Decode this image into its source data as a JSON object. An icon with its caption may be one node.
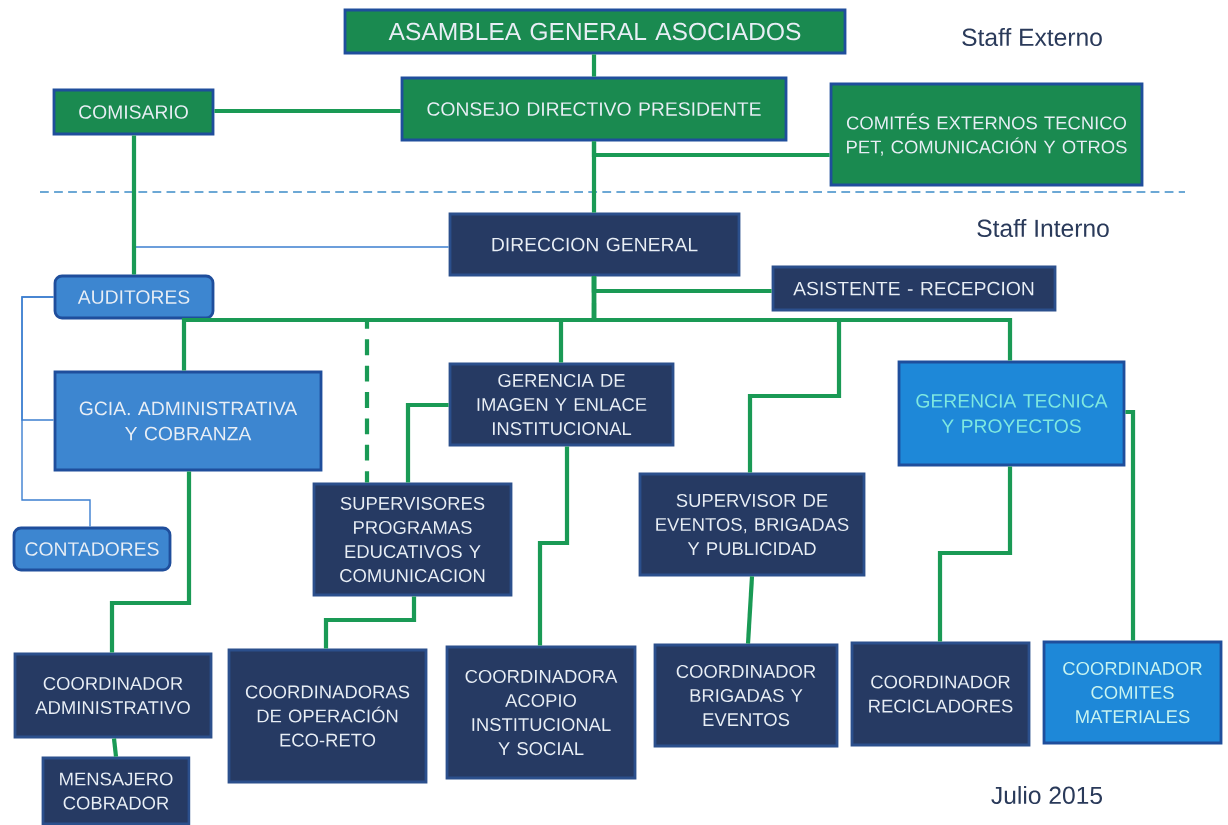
{
  "diagram": {
    "nodes": [
      {
        "text": [
          "ASAMBLEA GENERAL ASOCIADOS"
        ]
      },
      {
        "text": [
          "COMISARIO"
        ]
      },
      {
        "text": [
          "CONSEJO DIRECTIVO PRESIDENTE"
        ]
      },
      {
        "text": [
          "COMITÉS EXTERNOS TECNICO PET, COMUNICACIÓN Y OTROS"
        ]
      },
      {
        "text": [
          "DIRECCION GENERAL"
        ]
      },
      {
        "text": [
          "AUDITORES"
        ]
      },
      {
        "text": [
          "ASISTENTE - RECEPCION"
        ]
      },
      {
        "text": [
          "GCIA. ADMINISTRATIVA Y COBRANZA"
        ]
      },
      {
        "text": [
          "GERENCIA DE IMAGEN Y ENLACE INSTITUCIONAL"
        ]
      },
      {
        "text": [
          "GERENCIA TECNICA Y PROYECTOS"
        ]
      },
      {
        "text": [
          "SUPERVISORES PROGRAMAS EDUCATIVOS Y COMUNICACION"
        ]
      },
      {
        "text": [
          "SUPERVISOR DE EVENTOS, BRIGADAS Y PUBLICIDAD"
        ]
      },
      {
        "text": [
          "CONTADORES"
        ]
      },
      {
        "text": [
          "COORDINADOR ADMINISTRATIVO"
        ]
      },
      {
        "text": [
          "COORDINADORAS DE OPERACIÓN ECO-RETO"
        ]
      },
      {
        "text": [
          "COORDINADORA ACOPIO INSTITUCIONAL Y SOCIAL"
        ]
      },
      {
        "text": [
          "COORDINADOR BRIGADAS Y EVENTOS"
        ]
      },
      {
        "text": [
          "COORDINADOR RECICLADORES"
        ]
      },
      {
        "text": [
          "COORDINADOR COMITES MATERIALES"
        ]
      },
      {
        "text": [
          "MENSAJERO COBRADOR"
        ]
      }
    ],
    "edges": [
      {
        "from": 0,
        "to": 2,
        "arrow": "none"
      },
      {
        "from": 2,
        "to": 1,
        "arrow": "none"
      },
      {
        "from": 2,
        "to": 3,
        "arrow": "none"
      },
      {
        "from": 2,
        "to": 4,
        "arrow": "none"
      },
      {
        "from": 1,
        "to": 5,
        "arrow": "none"
      },
      {
        "from": 4,
        "to": 5,
        "arrow": "none",
        "color": "#3c7fd0"
      },
      {
        "from": 5,
        "to": 7,
        "arrow": "none",
        "color": "#3c7fd0"
      },
      {
        "from": 5,
        "to": 12,
        "arrow": "none",
        "color": "#3c7fd0"
      },
      {
        "from": 4,
        "to": 6,
        "arrow": "none"
      },
      {
        "from": 4,
        "to": 7,
        "arrow": "none"
      },
      {
        "from": 4,
        "to": 10,
        "arrow": "none",
        "style": "dashed"
      },
      {
        "from": 4,
        "to": 8,
        "arrow": "none"
      },
      {
        "from": 4,
        "to": 11,
        "arrow": "none"
      },
      {
        "from": 4,
        "to": 9,
        "arrow": "none"
      },
      {
        "from": 7,
        "to": 13,
        "arrow": "none"
      },
      {
        "from": 8,
        "to": 10,
        "arrow": "none"
      },
      {
        "from": 8,
        "to": 15,
        "arrow": "none"
      },
      {
        "from": 10,
        "to": 14,
        "arrow": "none"
      },
      {
        "from": 11,
        "to": 16,
        "arrow": "none"
      },
      {
        "from": 9,
        "to": 17,
        "arrow": "none"
      },
      {
        "from": 9,
        "to": 18,
        "arrow": "none"
      },
      {
        "from": 13,
        "to": 19,
        "arrow": "none"
      }
    ],
    "labels": [
      "Staff Externo",
      "Staff Interno",
      "Julio 2015"
    ]
  }
}
